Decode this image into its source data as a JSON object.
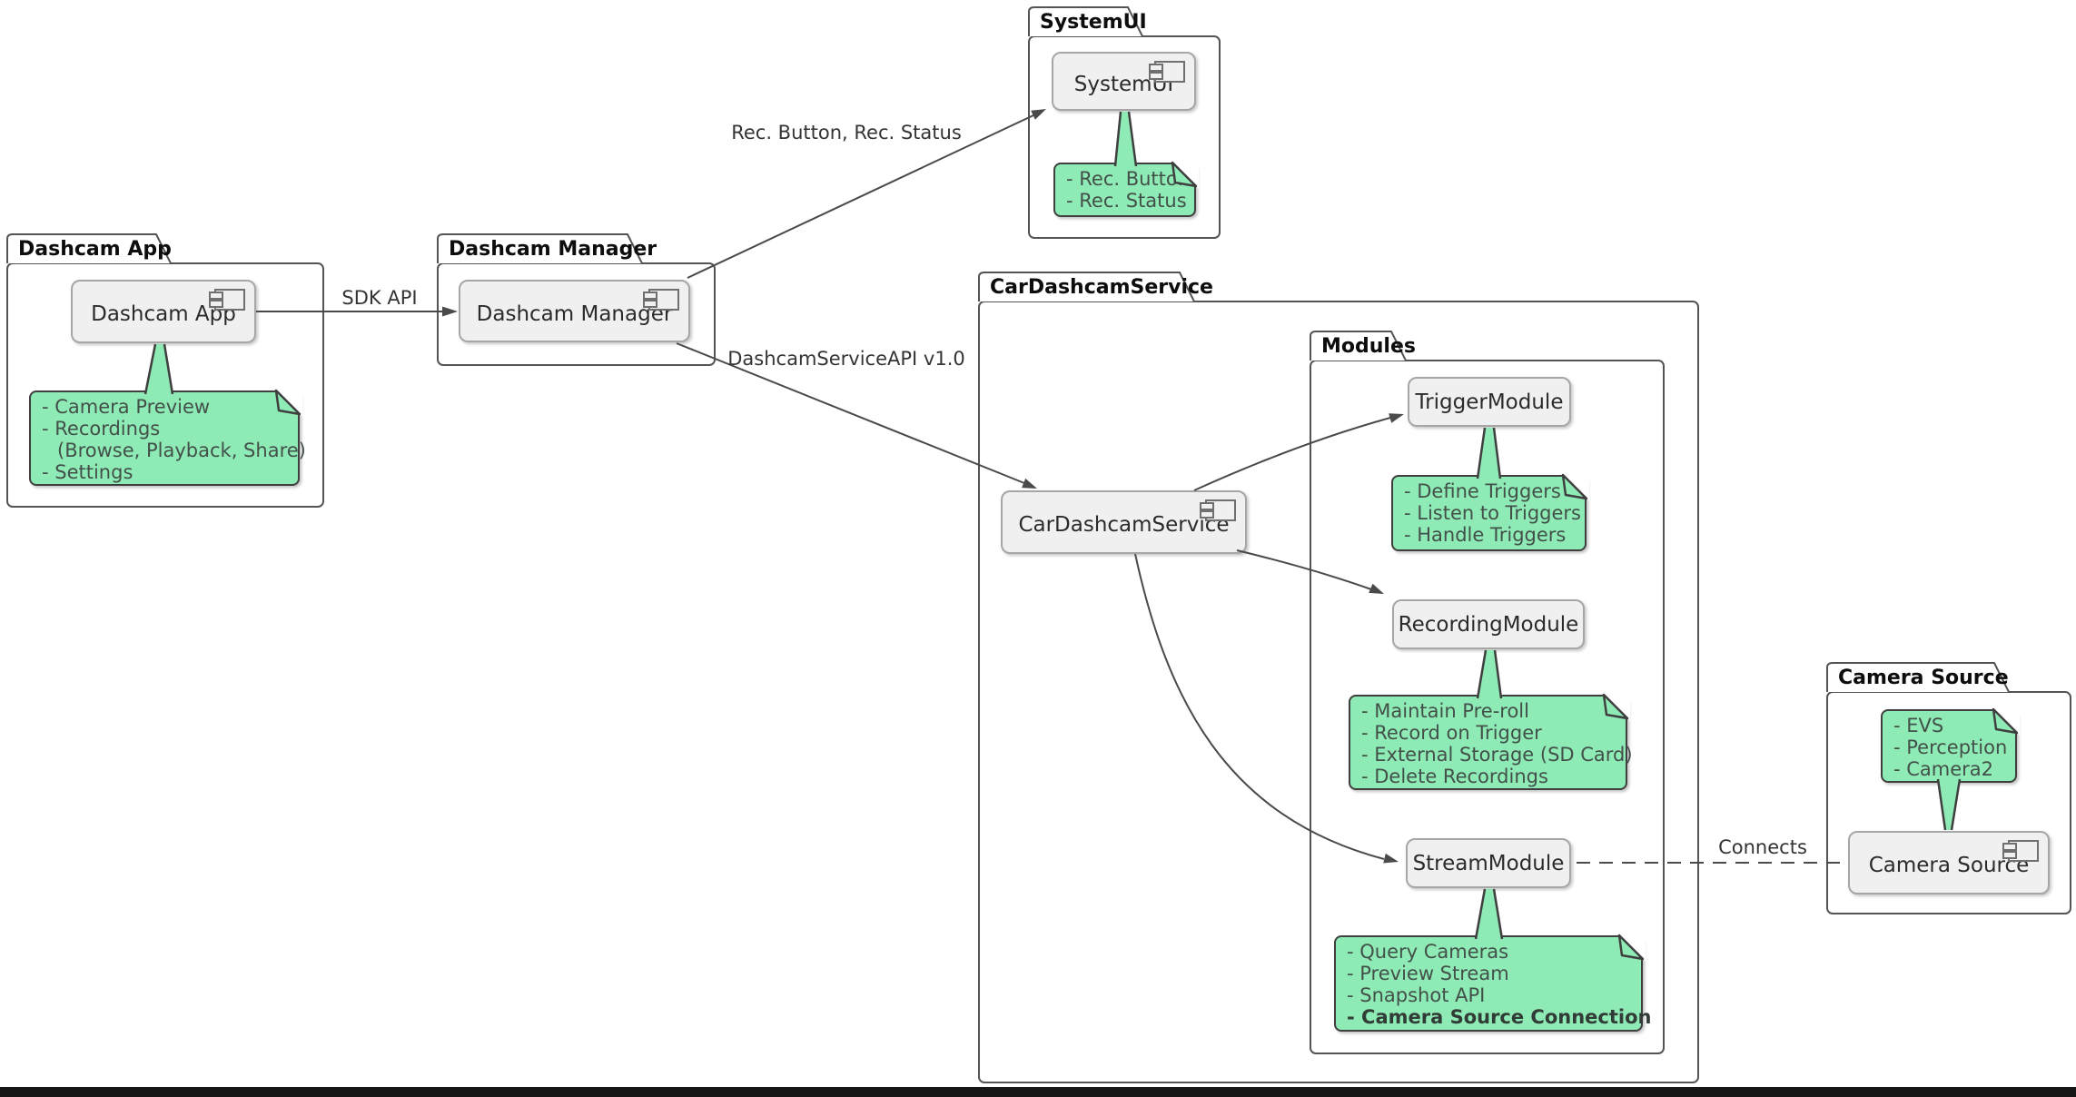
{
  "diagram": {
    "packages": {
      "dashcam_app": "Dashcam App",
      "dashcam_manager": "Dashcam Manager",
      "systemui": "SystemUI",
      "car_dashcam_service": "CarDashcamService",
      "modules": "Modules",
      "camera_source": "Camera Source"
    },
    "components": {
      "dashcam_app": "Dashcam App",
      "dashcam_manager": "Dashcam Manager",
      "systemui": "SystemUI",
      "car_dashcam_service": "CarDashcamService",
      "trigger_module": "TriggerModule",
      "recording_module": "RecordingModule",
      "stream_module": "StreamModule",
      "camera_source": "Camera Source"
    },
    "notes": {
      "dashcam_app": {
        "lines": [
          "- Camera Preview",
          "- Recordings",
          "(Browse, Playback, Share)",
          "- Settings"
        ]
      },
      "systemui": {
        "lines": [
          "- Rec. Button",
          "- Rec. Status"
        ]
      },
      "trigger_module": {
        "lines": [
          "- Define Triggers",
          "- Listen to Triggers",
          "- Handle Triggers"
        ]
      },
      "recording_module": {
        "lines": [
          "- Maintain Pre-roll",
          "- Record on Trigger",
          "- External Storage (SD Card)",
          "- Delete Recordings"
        ]
      },
      "stream_module": {
        "lines": [
          "- Query Cameras",
          "- Preview Stream",
          "- Snapshot API",
          "- Camera Source Connection"
        ],
        "bold_line_index": 3
      },
      "camera_source": {
        "lines": [
          "- EVS",
          "- Perception",
          "- Camera2"
        ]
      }
    },
    "edge_labels": {
      "sdk_api": "SDK API",
      "rec_button_status": "Rec. Button, Rec. Status",
      "dashcam_service_api": "DashcamServiceAPI v1.0",
      "connects": "Connects"
    },
    "colors": {
      "note_bg": "#8EEBB5",
      "note_border": "#3F3F3F",
      "component_bg": "#F0F0F0",
      "component_border": "#A6A6A6",
      "package_border": "#545454",
      "edge": "#4A4A4A",
      "bottom_bar": "#161616"
    }
  }
}
